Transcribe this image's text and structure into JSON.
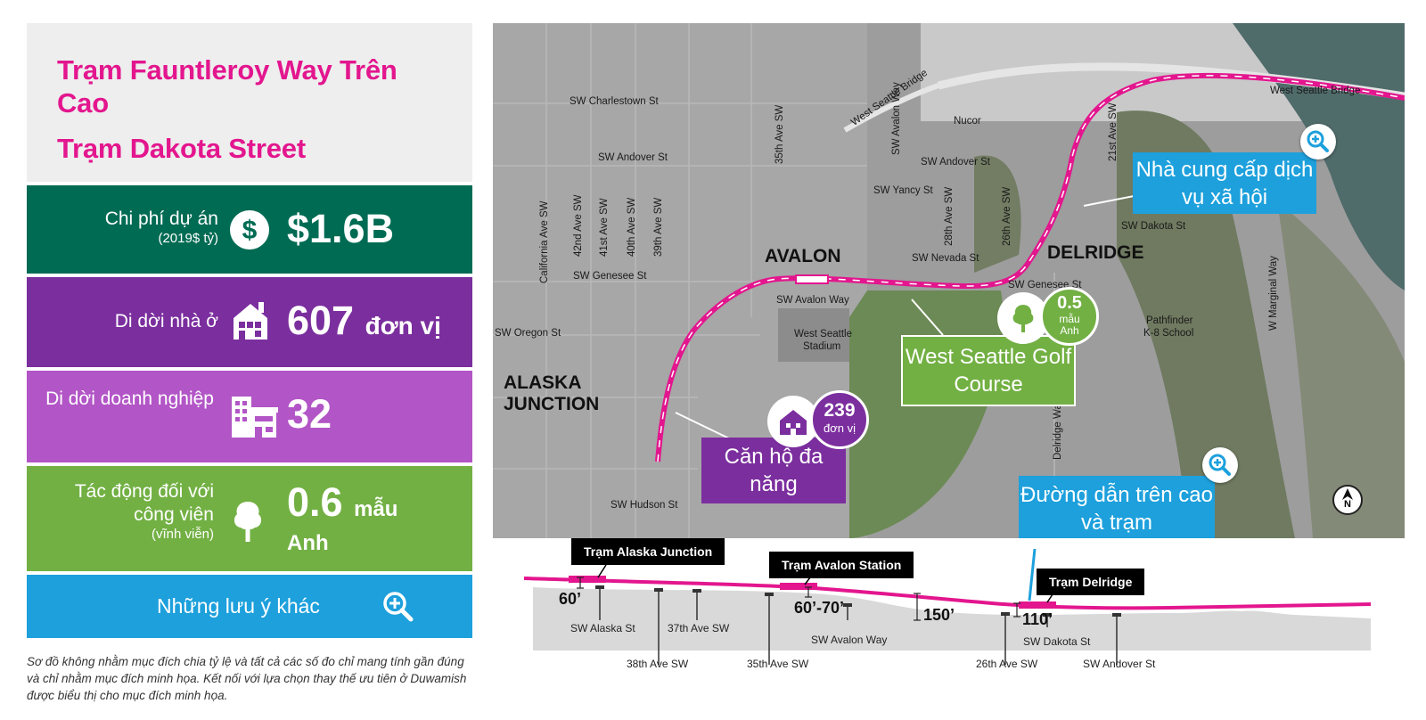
{
  "left": {
    "title_1": "Trạm Fauntleroy Way Trên Cao",
    "title_2": "Trạm Dakota Street",
    "cost": {
      "label": "Chi phí dự án",
      "sub": "(2019$ tỷ)",
      "value": "$1.6B",
      "icon": "dollar-circle-icon"
    },
    "housing": {
      "label": "Di dời nhà ở",
      "value": "607",
      "unit": "đơn vị",
      "icon": "house-icon"
    },
    "business": {
      "label": "Di dời doanh nghiệp",
      "value": "32",
      "icon": "business-building-icon"
    },
    "park": {
      "label": "Tác động đối với công viên",
      "sub": "(vĩnh viễn)",
      "value": "0.6",
      "unit_1": "mẫu",
      "unit_2": "Anh",
      "icon": "tree-icon"
    },
    "other": {
      "label": "Những lưu ý khác",
      "icon": "zoom-in-icon"
    },
    "footnote": "Sơ đồ không nhằm mục đích chia tỷ lệ và tất cả các số đo chỉ mang tính gần đúng và chỉ nhằm mục đích minh họa. Kết nối với lựa chọn thay thế ưu tiên ở Duwamish được biểu thị cho mục đích minh họa."
  },
  "map": {
    "neighborhoods": {
      "avalon": "AVALON",
      "delridge": "DELRIDGE",
      "alaska_1": "ALASKA",
      "alaska_2": "JUNCTION"
    },
    "streets": {
      "charlestown": "SW Charlestown St",
      "andover_w": "SW Andover St",
      "andover_e": "SW Andover St",
      "genesee_w": "SW Genesee St",
      "genesee_e": "SW Genesee St",
      "oregon": "SW Oregon St",
      "hudson": "SW Hudson St",
      "avalon_way": "SW Avalon Way",
      "yancy": "SW Yancy St",
      "nevada": "SW Nevada St",
      "dakota": "SW Dakota St",
      "wsb_top": "West Seattle Bridge",
      "wsb_diag": "West Seattle Bridge",
      "california": "California Ave SW",
      "ave42": "42nd Ave SW",
      "ave41": "41st Ave SW",
      "ave40": "40th Ave SW",
      "ave39": "39th Ave SW",
      "ave35": "35th Ave SW",
      "avalon_v": "SW Avalon Way",
      "ave28": "28th Ave SW",
      "ave26": "26th Ave SW",
      "ave21": "21st Ave SW",
      "delridge_way": "Delridge Way",
      "marginal": "W Marginal Way",
      "nucor": "Nucor",
      "stadium_1": "West Seattle",
      "stadium_2": "Stadium",
      "pathfinder_1": "Pathfinder",
      "pathfinder_2": "K-8 School"
    },
    "callouts": {
      "social": "Nhà cung cấp dịch vụ xã hội",
      "golf": "West Seattle Golf Course",
      "mixed": "Căn hộ đa năng",
      "guideway": "Đường dẫn trên cao và trạm"
    },
    "badges": {
      "units_value": "239",
      "units_label": "đơn vị",
      "acres_value": "0.5",
      "acres_label_1": "mẫu",
      "acres_label_2": "Anh"
    },
    "north": "N",
    "colors": {
      "alignment": "#e3168e",
      "teal_callout": "#1da0dc",
      "green_callout": "#72b043",
      "purple_callout": "#7b2e9e"
    }
  },
  "profile": {
    "stations": {
      "alaska": "Trạm Alaska Junction",
      "avalon": "Trạm Avalon Station",
      "delridge": "Trạm Delridge"
    },
    "elevations": {
      "e1": "60’",
      "e2": "60’-70’",
      "e3": "150’",
      "e4": "110’"
    },
    "labels": {
      "alaska": "SW Alaska St",
      "ave37": "37th Ave SW",
      "ave38": "38th Ave SW",
      "ave35": "35th Ave SW",
      "avalon": "SW Avalon Way",
      "ave26": "26th Ave SW",
      "dakota": "SW Dakota St",
      "andover": "SW Andover St"
    }
  }
}
